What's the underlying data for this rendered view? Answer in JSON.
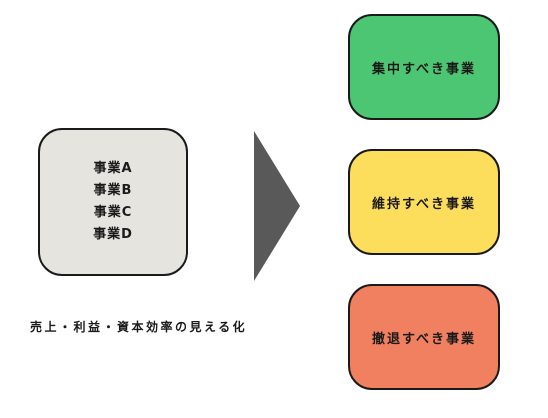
{
  "source": {
    "items": [
      "事業A",
      "事業B",
      "事業C",
      "事業D"
    ]
  },
  "caption": "売上・利益・資本効率の見える化",
  "outcomes": {
    "focus": {
      "label": "集中すべき事業",
      "color": "#4cc673"
    },
    "keep": {
      "label": "維持すべき事業",
      "color": "#fddd5c"
    },
    "exit": {
      "label": "撤退すべき事業",
      "color": "#f0805f"
    }
  },
  "source_color": "#e6e4df",
  "arrow_color": "#595959"
}
